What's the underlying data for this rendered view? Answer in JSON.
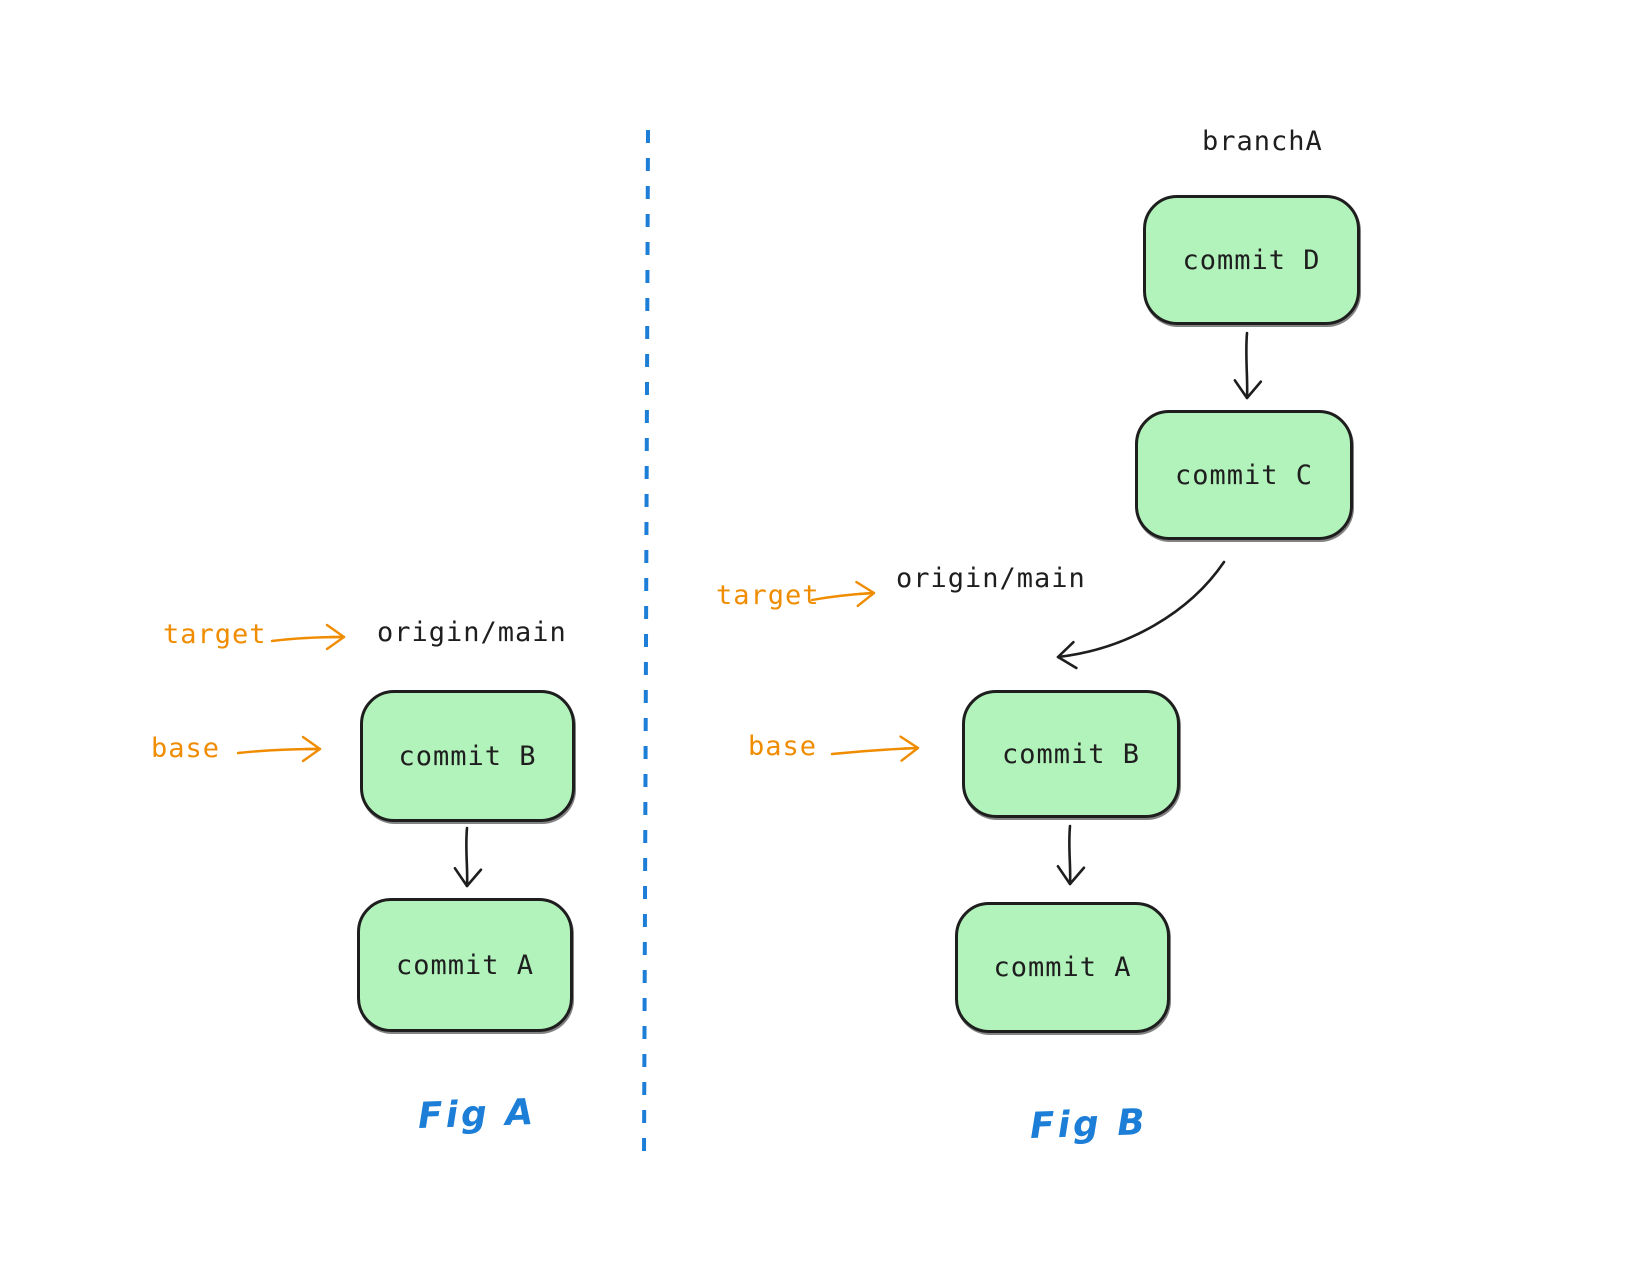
{
  "colors": {
    "background": "#ffffff",
    "commit_fill": "#b2f2bb",
    "commit_stroke": "#1e1e1e",
    "annotation_orange": "#f08c00",
    "figure_blue": "#1c7ed6",
    "text_dark": "#1e1e1e"
  },
  "divider": {
    "style": "dashed-vertical-line",
    "color": "#1c7ed6"
  },
  "fig_a": {
    "caption": "Fig A",
    "annotations": {
      "target": "target",
      "base": "base"
    },
    "branch_ref": "origin/main",
    "commits": [
      {
        "label": "commit B"
      },
      {
        "label": "commit A"
      }
    ]
  },
  "fig_b": {
    "caption": "Fig B",
    "branch_label": "branchA",
    "annotations": {
      "target": "target",
      "base": "base"
    },
    "branch_ref": "origin/main",
    "branch_commits": [
      {
        "label": "commit D"
      },
      {
        "label": "commit C"
      }
    ],
    "main_commits": [
      {
        "label": "commit B"
      },
      {
        "label": "commit A"
      }
    ]
  }
}
